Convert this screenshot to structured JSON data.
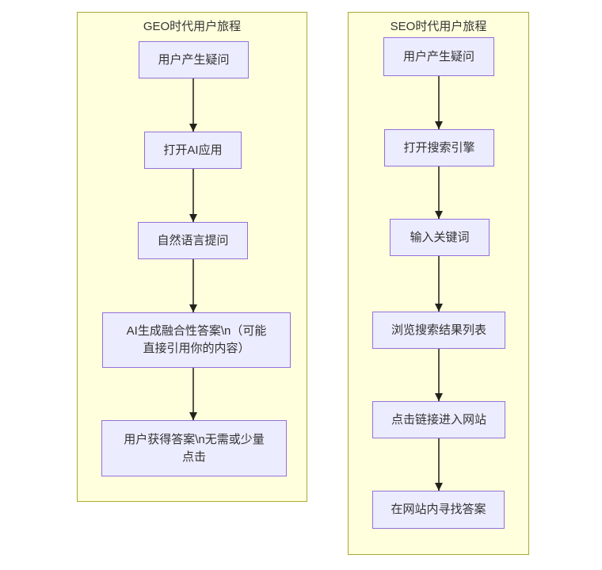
{
  "colors": {
    "cluster_fill": "#ffffde",
    "cluster_border": "#aaaa33",
    "node_fill": "#ececff",
    "node_border": "#9370db",
    "text": "#333333",
    "edge": "#55554a",
    "arrowhead": "#22221c"
  },
  "left_chart": {
    "title": "GEO时代用户旅程",
    "nodes": [
      {
        "label": "用户产生疑问"
      },
      {
        "label": "打开AI应用"
      },
      {
        "label": "自然语言提问"
      },
      {
        "label": "AI生成融合性答案\\n（可能直接引用你的内容）"
      },
      {
        "label": "用户获得答案\\n无需或少量点击"
      }
    ]
  },
  "right_chart": {
    "title": "SEO时代用户旅程",
    "nodes": [
      {
        "label": "用户产生疑问"
      },
      {
        "label": "打开搜索引擎"
      },
      {
        "label": "输入关键词"
      },
      {
        "label": "浏览搜索结果列表"
      },
      {
        "label": "点击链接进入网站"
      },
      {
        "label": "在网站内寻找答案"
      }
    ]
  }
}
